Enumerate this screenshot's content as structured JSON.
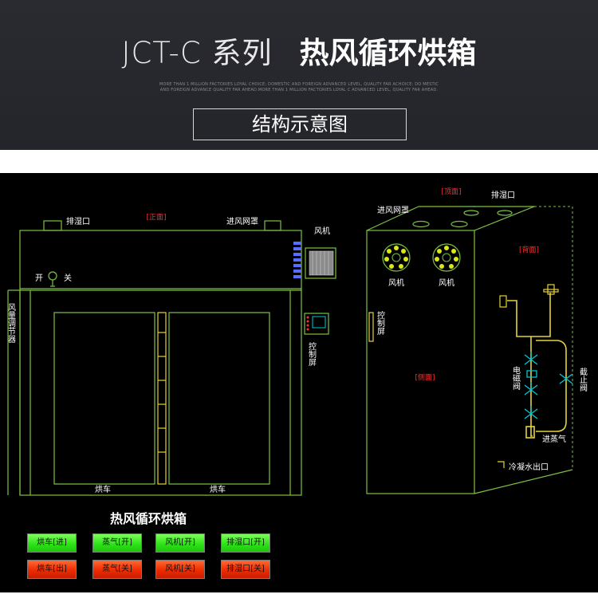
{
  "header": {
    "series": "JCT-C 系列",
    "title": "热风循环烘箱",
    "small_text": "MORE THAN 1 MILLION FACTORIES LOYAL CHOICE; DOMESTIC AND FOREIGN ADVANCED LEVEL, QUALITY FAR ACHOICE; DO MESTIC AND FOREIGN ADVANCE QUALITY FAR AHEAD.MORE THAN 1 MILLION FACTORIES LOYAL C ADVANCED LEVEL, QUALITY FAR AHEAD.",
    "box_label": "结构示意图"
  },
  "front": {
    "view_label": "[正面]",
    "exhaust": "排湿口",
    "intake_hood": "进风网罩",
    "fan": "风机",
    "switch_on": "开",
    "switch_off": "关",
    "regulator": "风量调节器",
    "control": "控制屏",
    "cart_left": "烘车",
    "cart_right": "烘车"
  },
  "side": {
    "top_label": "[顶面]",
    "back_label": "[背面]",
    "side_label": "[侧面]",
    "exhaust": "排湿口",
    "intake_hood": "进风网罩",
    "fan_left": "风机",
    "fan_right": "风机",
    "control": "控制屏",
    "solenoid": "电磁阀",
    "stop_valve": "截止阀",
    "steam_in": "进蒸气",
    "condensate": "冷凝水出口"
  },
  "controls": {
    "title": "热风循环烘箱",
    "green": [
      "烘车[进]",
      "蒸气[开]",
      "风机[开]",
      "排湿口[开]"
    ],
    "red": [
      "烘车[出]",
      "蒸气[关]",
      "风机[关]",
      "排湿口[关]"
    ]
  },
  "colors": {
    "line": "#7cc043",
    "label_red": "#ff3030",
    "valve_cyan": "#00c8d6",
    "pipe_yellow": "#e6d23a",
    "fan_blade": "#d8e81a",
    "button_green": "#2ee418",
    "button_red": "#f02b00"
  }
}
